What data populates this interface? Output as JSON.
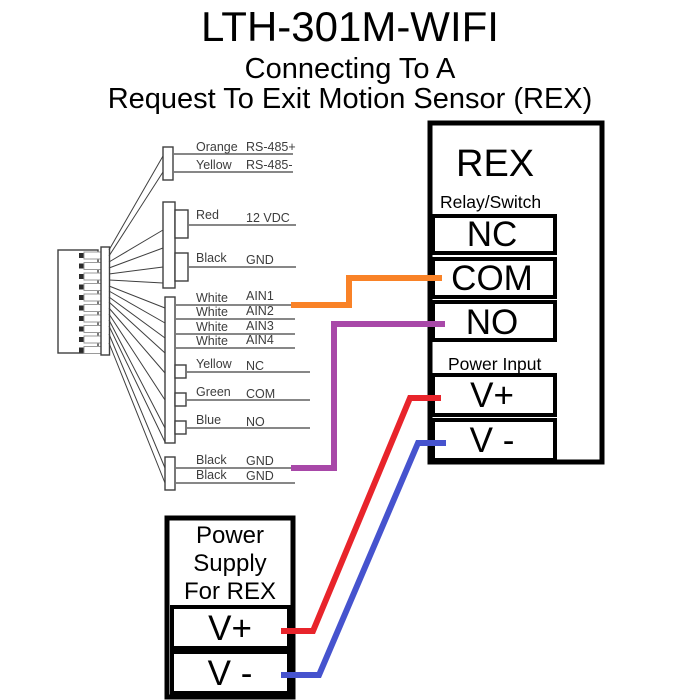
{
  "title": {
    "line1": "LTH-301M-WIFI",
    "line2": "Connecting To A",
    "line3": "Request To Exit Motion Sensor (REX)"
  },
  "colors": {
    "orange_wire": "#F98227",
    "purple_wire": "#A848A8",
    "red_wire": "#E8242B",
    "blue_wire": "#4653CE"
  },
  "controller_harness": {
    "rows": [
      {
        "color": "Orange",
        "signal": "RS-485+"
      },
      {
        "color": "Yellow",
        "signal": "RS-485-"
      },
      {
        "color": "Red",
        "signal": "12 VDC"
      },
      {
        "color": "Black",
        "signal": "GND"
      },
      {
        "color": "White",
        "signal": "AIN1"
      },
      {
        "color": "White",
        "signal": "AIN2"
      },
      {
        "color": "White",
        "signal": "AIN3"
      },
      {
        "color": "White",
        "signal": "AIN4"
      },
      {
        "color": "Yellow",
        "signal": "NC"
      },
      {
        "color": "Green",
        "signal": "COM"
      },
      {
        "color": "Blue",
        "signal": "NO"
      },
      {
        "color": "Black",
        "signal": "GND"
      },
      {
        "color": "Black",
        "signal": "GND"
      }
    ]
  },
  "rex_box": {
    "title": "REX",
    "relay_section_label": "Relay/Switch",
    "relay_terminals": [
      "NC",
      "COM",
      "NO"
    ],
    "power_section_label": "Power Input",
    "power_terminals": [
      "V+",
      "V -"
    ]
  },
  "power_supply_box": {
    "label_line1": "Power",
    "label_line2": "Supply",
    "label_line3": "For REX",
    "terminals": [
      "V+",
      "V -"
    ]
  }
}
